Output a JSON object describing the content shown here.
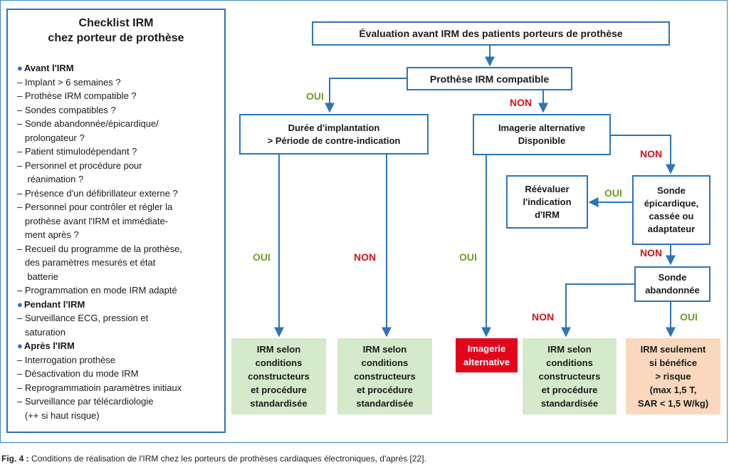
{
  "checklist": {
    "title_line1": "Checklist IRM",
    "title_line2": "chez porteur de prothèse",
    "lines": [
      {
        "text": "Avant l'IRM",
        "head": true
      },
      {
        "text": "– Implant > 6 semaines ?",
        "head": false
      },
      {
        "text": "– Prothèse IRM compatible ?",
        "head": false
      },
      {
        "text": "– Sondes compatibles ?",
        "head": false
      },
      {
        "text": "– Sonde abandonnée/épicardique/",
        "head": false
      },
      {
        "text": "   prolongateur ?",
        "head": false
      },
      {
        "text": "– Patient stimulodépendant ?",
        "head": false
      },
      {
        "text": "– Personnel et procédure pour",
        "head": false
      },
      {
        "text": "    réanimation ?",
        "head": false
      },
      {
        "text": "– Présence d'un défibrillateur externe ?",
        "head": false
      },
      {
        "text": "– Personnel pour contrôler et régler la",
        "head": false
      },
      {
        "text": "   prothèse avant l'IRM et immédiate-",
        "head": false
      },
      {
        "text": "   ment après ?",
        "head": false
      },
      {
        "text": "– Recueil du programme de la prothèse,",
        "head": false
      },
      {
        "text": "   des paramètres mesurés et état",
        "head": false
      },
      {
        "text": "    batterie",
        "head": false
      },
      {
        "text": "– Programmation en mode IRM adapté",
        "head": false
      },
      {
        "text": "Pendant l'IRM",
        "head": true
      },
      {
        "text": "– Surveillance ECG, pression et",
        "head": false
      },
      {
        "text": "   saturation",
        "head": false
      },
      {
        "text": "Après l'IRM",
        "head": true
      },
      {
        "text": "– Interrogation prothèse",
        "head": false
      },
      {
        "text": "– Désactivation du mode IRM",
        "head": false
      },
      {
        "text": "– Reprogrammatioin paramètres initiaux",
        "head": false
      },
      {
        "text": "– Surveillance par télécardiologie",
        "head": false
      },
      {
        "text": "   (++ si haut risque)",
        "head": false
      }
    ]
  },
  "flow": {
    "top": "Évaluation avant IRM des patients porteurs de prothèse",
    "compatible": "Prothèse IRM compatible",
    "duree": "Durée d'implantation\n> Période de contre-indication",
    "imagerie_dispo": "Imagerie alternative\nDisponible",
    "reevaluer": "Réévaluer\nl'indication\nd'IRM",
    "sonde_epi": "Sonde\népicardique,\ncassée ou\nadaptateur",
    "sonde_aband": "Sonde\nabandonnée"
  },
  "results": {
    "r1": "IRM selon\nconditions\nconstructeurs\net procédure\nstandardisée",
    "r2": "IRM selon\nconditions\nconstructeurs\net procédure\nstandardisée",
    "r3": "Imagerie\nalternative",
    "r4": "IRM selon\nconditions\nconstructeurs\net procédure\nstandardisée",
    "r5": "IRM seulement\nsi bénéfice\n> risque\n(max 1,5 T,\nSAR < 1,5 W/kg)"
  },
  "labels": {
    "oui": "OUI",
    "non": "NON"
  },
  "caption": {
    "prefix": "Fig. 4 :",
    "text": " Conditions de réalisation de l'IRM chez les porteurs de prothèses cardiaques électroniques, d'après [22]."
  },
  "colors": {
    "blue": "#2d74b8",
    "green_bg": "#d5e9cb",
    "red_bg": "#e3051b",
    "orange_bg": "#fbd8bd",
    "oui": "#6f9e25",
    "non": "#d60f1f"
  }
}
